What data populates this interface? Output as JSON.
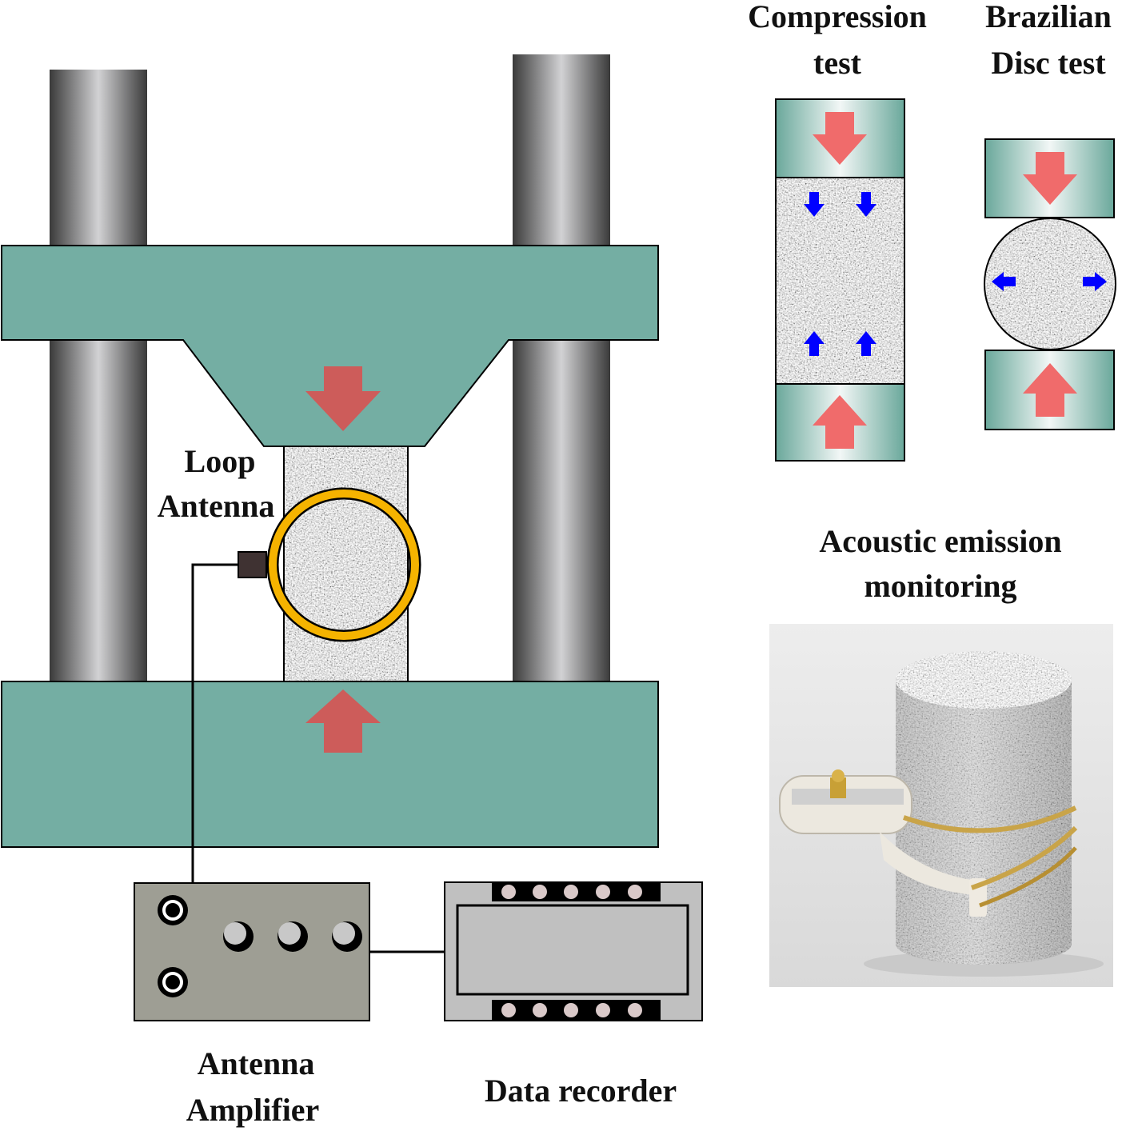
{
  "labels": {
    "loop_antenna": [
      "Loop",
      "Antenna"
    ],
    "antenna_amplifier": [
      "Antenna",
      "Amplifier"
    ],
    "data_recorder": "Data recorder",
    "compression_test": [
      "Compression",
      "test"
    ],
    "brazilian_disc_test": [
      "Brazilian",
      "Disc test"
    ],
    "acoustic_emission": [
      "Acoustic emission",
      "monitoring"
    ]
  },
  "colors": {
    "frame_teal": "#74aea3",
    "column_gray": "#c9c9cb",
    "load_arrow": "#cd5c5a",
    "platen_arrow": "#f06b6b",
    "stress_arrow": "#0000ff",
    "antenna_ring": "#f5b300",
    "amplifier_body": "#9e9e94",
    "recorder_body": "#c0c0c0"
  },
  "icons": {
    "amplifier_jacks": "connector-jack-icon",
    "amplifier_knobs": "rotary-knob-icon",
    "recorder_pins": "chip-pin-icon"
  }
}
